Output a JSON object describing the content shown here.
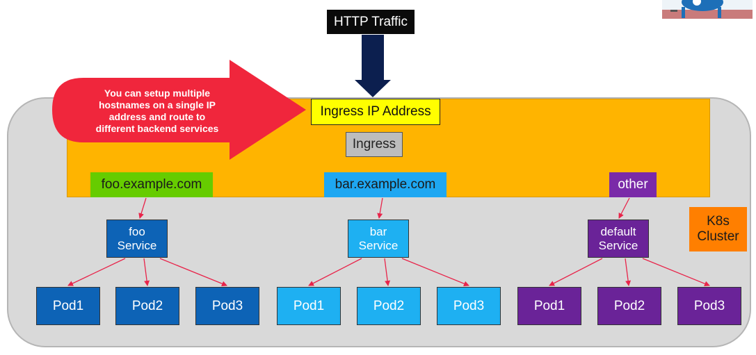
{
  "http_traffic": "HTTP Traffic",
  "ingress_ip": "Ingress IP Address",
  "ingress": "Ingress",
  "callout": "You can setup multiple hostnames on a single IP address and route to different backend services",
  "hosts": {
    "foo": "foo.example.com",
    "bar": "bar.example.com",
    "other": "other"
  },
  "services": {
    "foo": [
      "foo",
      "Service"
    ],
    "bar": [
      "bar",
      "Service"
    ],
    "default": [
      "default",
      "Service"
    ]
  },
  "pods": {
    "foo": [
      "Pod1",
      "Pod2",
      "Pod3"
    ],
    "bar": [
      "Pod1",
      "Pod2",
      "Pod3"
    ],
    "default": [
      "Pod1",
      "Pod2",
      "Pod3"
    ]
  },
  "cluster_label": [
    "K8s",
    "Cluster"
  ],
  "colors": {
    "cluster": "#d9d9d9",
    "ingress_zone": "#ffb400",
    "callout_arrow": "#f0263c",
    "traffic_arrow": "#0c1f4f",
    "foo": "#0d63b6",
    "bar": "#1eb0f2",
    "default": "#6a2398",
    "connector": "#e8244a"
  },
  "icons": {
    "traffic_arrow": "down-arrow-icon",
    "callout_arrow": "right-arrow-icon",
    "mascot": "mascot-icon"
  }
}
